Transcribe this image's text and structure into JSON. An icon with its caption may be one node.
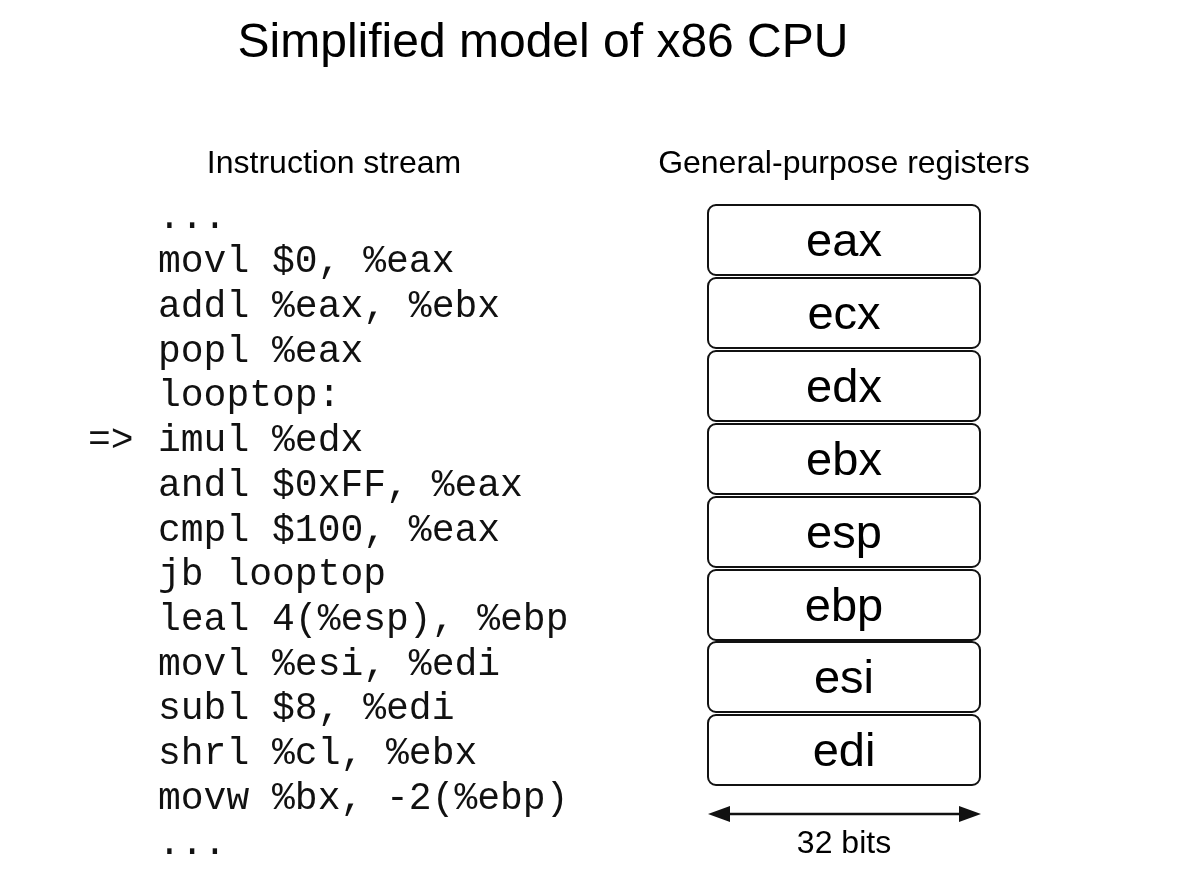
{
  "diagram": {
    "title": "Simplified model of x86 CPU",
    "nodes": [
      {
        "text": [
          "eax"
        ]
      },
      {
        "text": [
          "ecx"
        ]
      },
      {
        "text": [
          "edx"
        ]
      },
      {
        "text": [
          "ebx"
        ]
      },
      {
        "text": [
          "esp"
        ]
      },
      {
        "text": [
          "ebp"
        ]
      },
      {
        "text": [
          "esi"
        ]
      },
      {
        "text": [
          "edi"
        ]
      }
    ],
    "labels": [
      "Instruction stream",
      "General-purpose registers",
      "...",
      "movl $0, %eax",
      "addl %eax, %ebx",
      "popl %eax",
      "looptop:",
      "=>",
      "imul %edx",
      "andl $0xFF, %eax",
      "cmpl $100, %eax",
      "jb looptop",
      "leal 4(%esp), %ebp",
      "movl %esi, %edi",
      "subl $8, %edi",
      "shrl %cl, %ebx",
      "movw %bx, -2(%ebp)",
      "...",
      "32 bits"
    ]
  }
}
